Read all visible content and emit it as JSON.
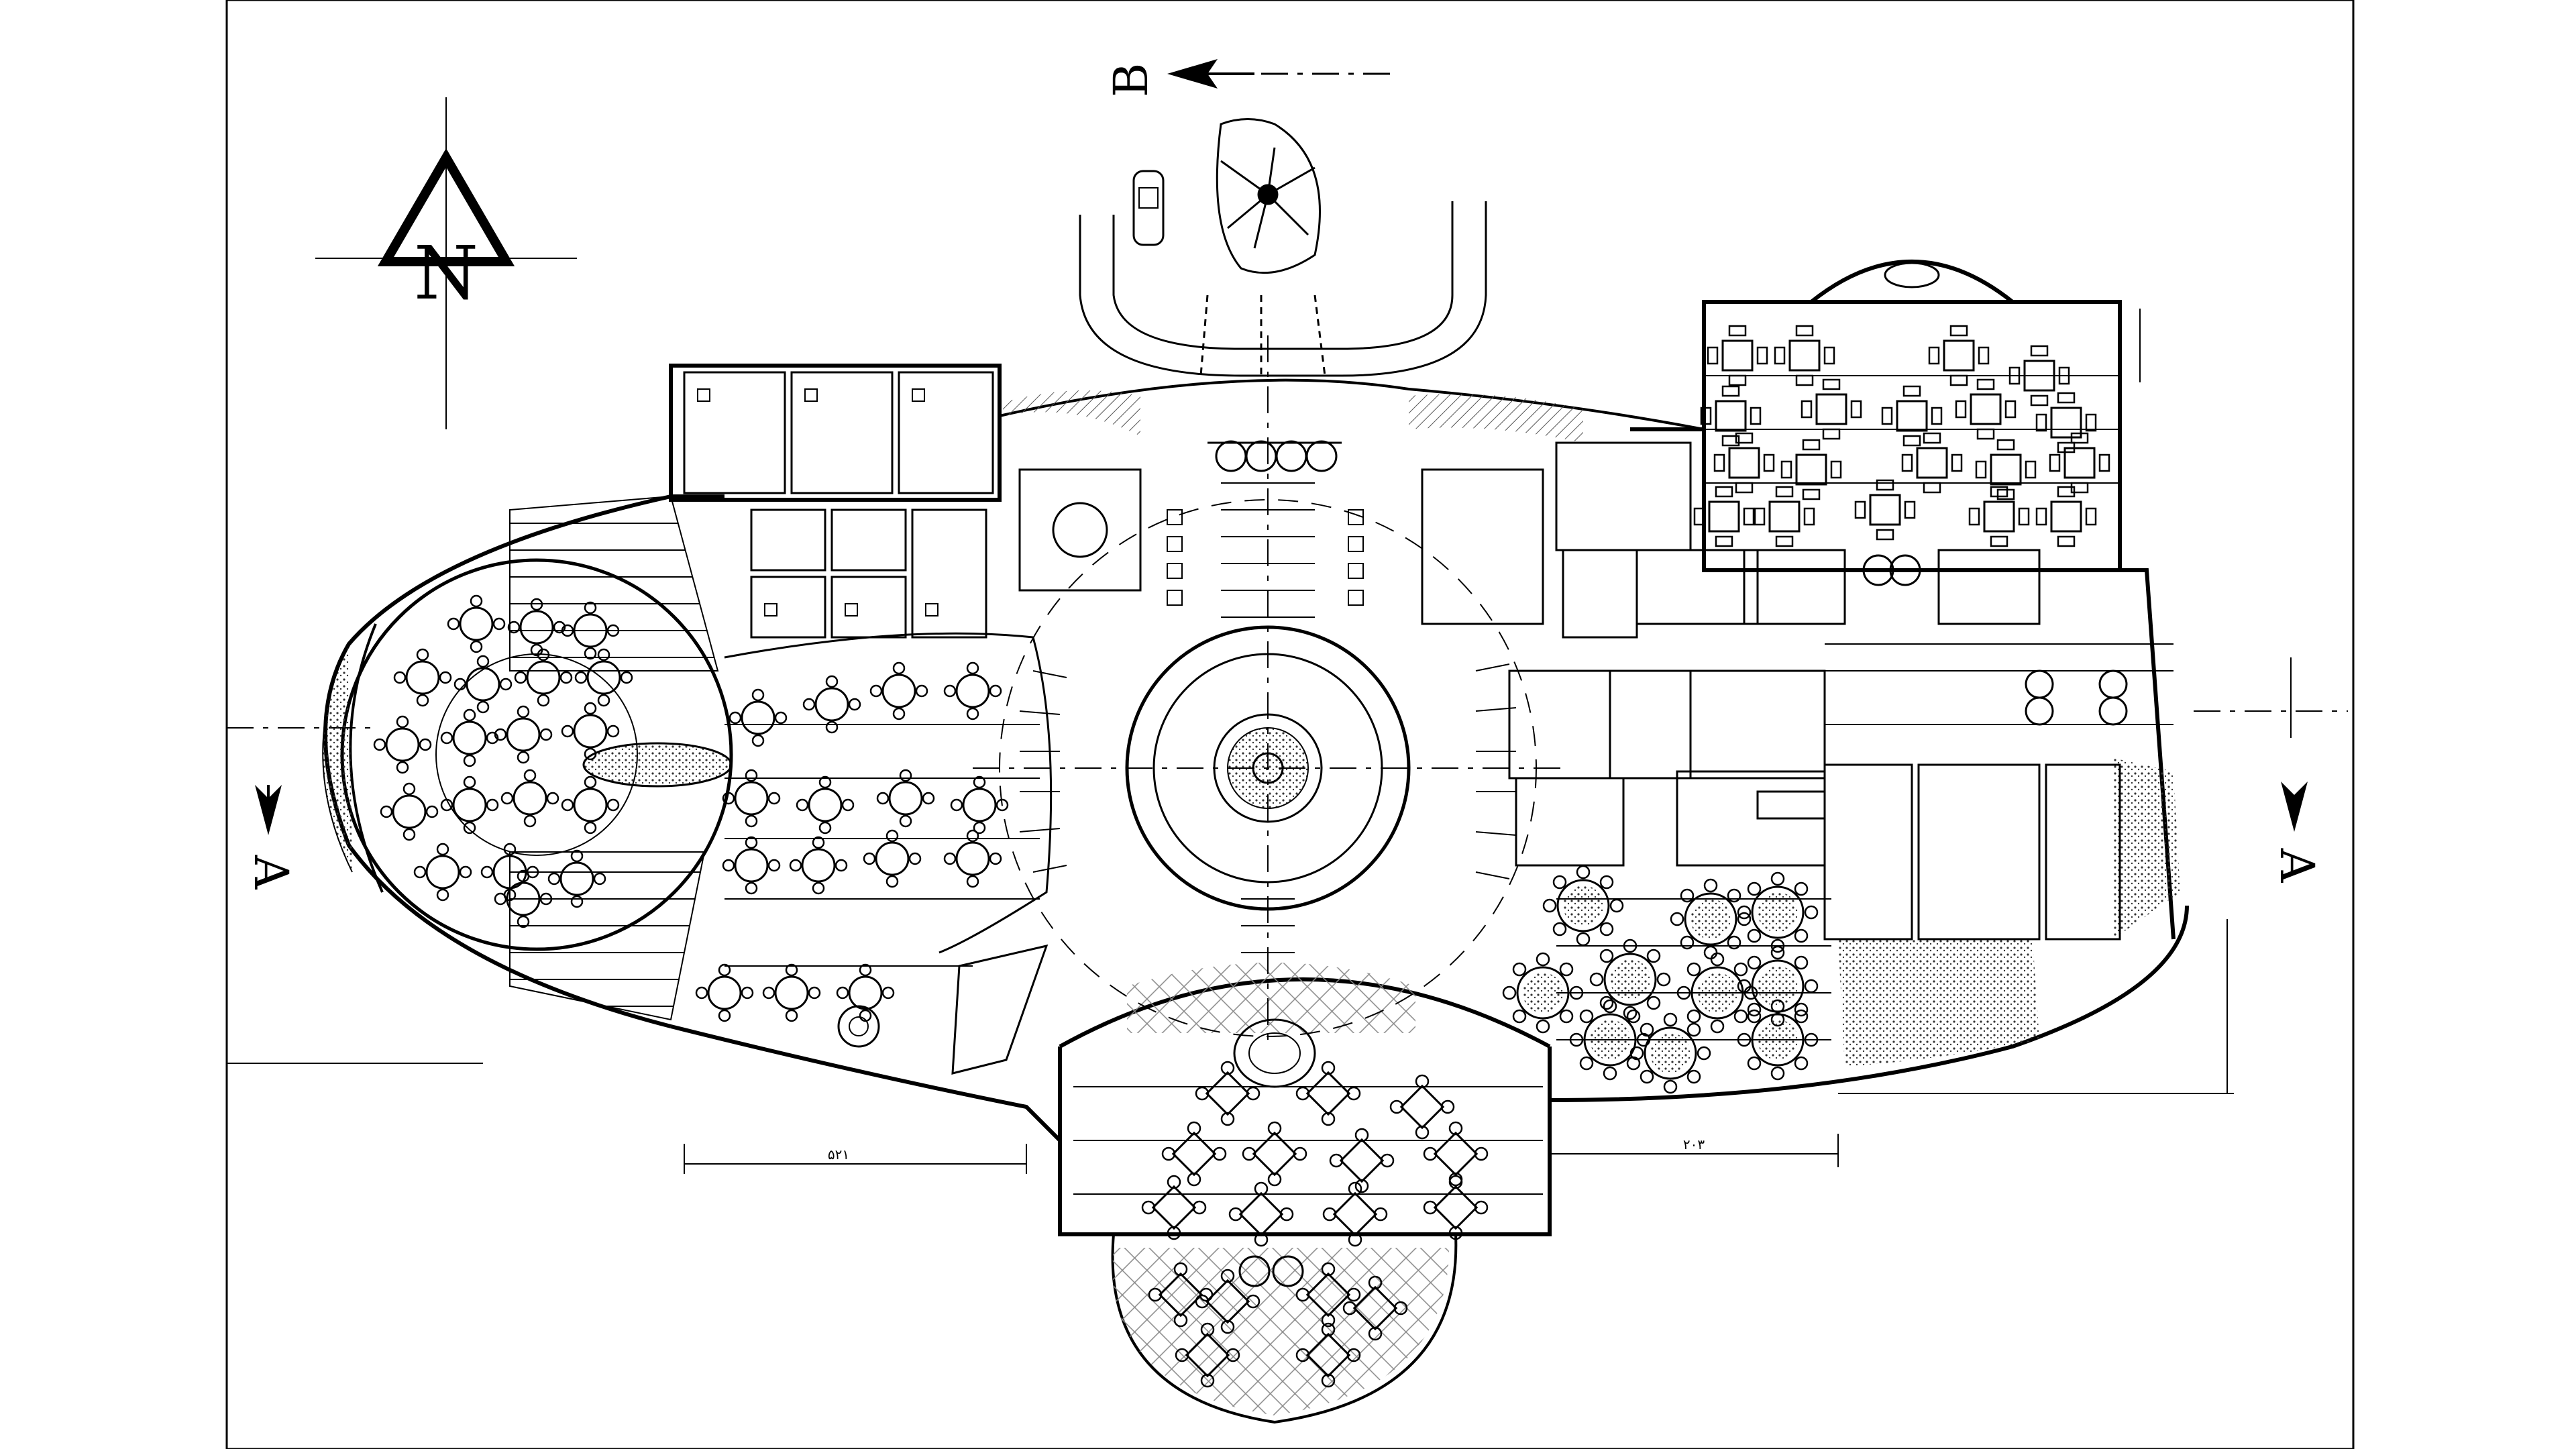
{
  "drawing": {
    "north_label": "N",
    "section_labels": {
      "top": "B",
      "left": "A",
      "right": "A"
    },
    "dimension_labels": {
      "bottom_left": "۵۲۱",
      "bottom_right": "۲۰۳"
    }
  },
  "colors": {
    "line": "#000000",
    "paper": "#ffffff",
    "hatch": "#555555"
  },
  "icons": {
    "north": "north-arrow-icon",
    "tree": "palm-tree-icon",
    "car": "car-icon"
  }
}
